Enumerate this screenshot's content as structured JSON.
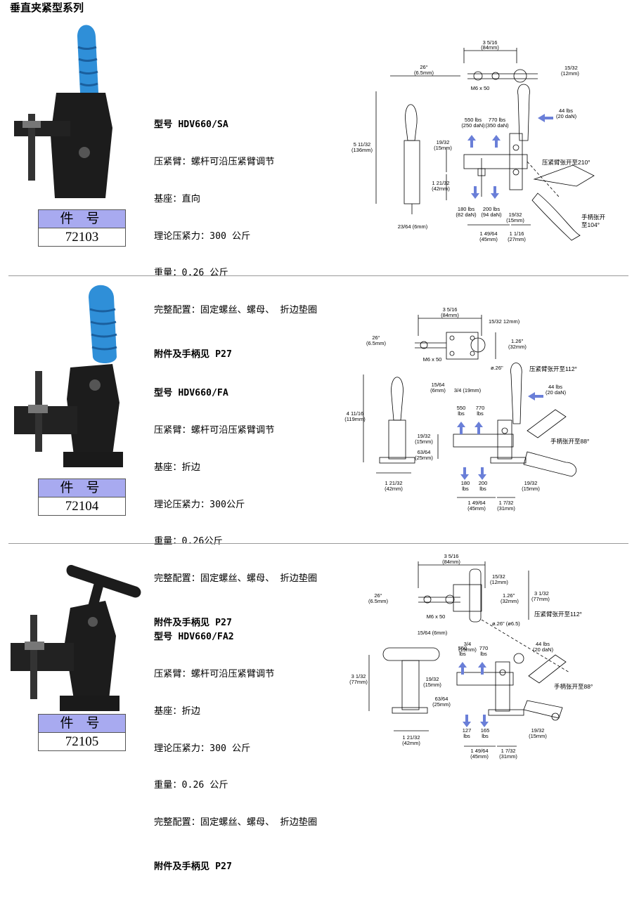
{
  "page_title": "垂直夹紧型系列",
  "part_header": "件号",
  "products": [
    {
      "part_number": "72103",
      "model": "型号 HDV660/SA",
      "arm": "压紧臂：螺杆可沿压紧臂调节",
      "base": "基座：直向",
      "force": "理论压紧力：300 公斤",
      "weight": "重量：0.26 公斤",
      "config": "完整配置：固定螺丝、螺母、 折边垫圈",
      "accessories": "附件及手柄见 P27",
      "dims": {
        "top_width": "3 5/16",
        "top_width_mm": "(84mm)",
        "angle": "26°",
        "angle_mm": "(6.5mm)",
        "bolt": "M6 x 50",
        "right_top": "15/32",
        "right_top_mm": "(12mm)",
        "force_in": "44 lbs",
        "force_in_da": "(20 daN)",
        "f1": "550 lbs",
        "f1_da": "(250 daN)",
        "f2": "770 lbs",
        "f2_da": "(350 daN)",
        "height": "5 11/32",
        "height_mm": "(136mm)",
        "d1": "19/32",
        "d1_mm": "(15mm)",
        "d2": "1 21/32",
        "d2_mm": "(42mm)",
        "f3": "180 lbs",
        "f3_da": "(82 daN)",
        "f4": "200 lbs",
        "f4_da": "(94 daN)",
        "d3": "19/32",
        "d3_mm": "(15mm)",
        "bottom_left": "23/64 (6mm)",
        "d4": "1 49/64",
        "d4_mm": "(45mm)",
        "d5": "1 1/16",
        "d5_mm": "(27mm)",
        "open_arm": "压紧臂张开至210°",
        "open_handle_1": "手柄张开",
        "open_handle_2": "至104°"
      }
    },
    {
      "part_number": "72104",
      "model": "型号 HDV660/FA",
      "arm": "压紧臂：螺杆可沿压紧臂调节",
      "base": "基座：折边",
      "force": "理论压紧力：300公斤",
      "weight": "重量：0.26公斤",
      "config": "完整配置：固定螺丝、螺母、 折边垫圈",
      "accessories": "附件及手柄见 P27",
      "dims": {
        "top_width": "3 5/16",
        "top_width_mm": "(84mm)",
        "right_top": "15/32 12mm)",
        "angle": "26°",
        "angle_mm": "(6.5mm)",
        "h1": "1.26\"",
        "h1_mm": "(32mm)",
        "bolt": "M6 x 50",
        "hole": "ø.26\"",
        "open_arm": "压紧臂张开至112°",
        "d1": "15/64",
        "d1_mm": "(6mm)",
        "d2": "3/4 (19mm)",
        "force_in": "44 lbs",
        "force_in_da": "(20 daN)",
        "height": "4 11/16",
        "height_mm": "(119mm)",
        "f1": "550",
        "f1_u": "lbs",
        "f2": "770",
        "f2_u": "lbs",
        "d3": "19/32",
        "d3_mm": "(15mm)",
        "d4": "63/64",
        "d4_mm": "(25mm)",
        "open_handle": "手柄张开至88°",
        "f3": "180",
        "f3_u": "lbs",
        "f4": "200",
        "f4_u": "lbs",
        "d5": "1 21/32",
        "d5_mm": "(42mm)",
        "d6": "19/32",
        "d6_mm": "(15mm)",
        "d7": "1 49/64",
        "d7_mm": "(45mm)",
        "d8": "1 7/32",
        "d8_mm": "(31mm)"
      }
    },
    {
      "part_number": "72105",
      "model": "型号 HDV660/FA2",
      "arm": "压紧臂：螺杆可沿压紧臂调节",
      "base": "基座：折边",
      "force": "理论压紧力：300 公斤",
      "weight": "重量：0.26 公斤",
      "config": "完整配置：固定螺丝、螺母、 折边垫圈",
      "accessories": "附件及手柄见 P27",
      "dims": {
        "top_width": "3 5/16",
        "top_width_mm": "(84mm)",
        "right_top": "15/32",
        "right_top_mm": "(12mm)",
        "angle": "26°",
        "angle_mm": "(6.5mm)",
        "h1": "1.26\"",
        "h1_mm": "(32mm)",
        "h2": "3 1/32",
        "h2_mm": "(77mm)",
        "bolt": "M6 x 50",
        "hole": "ø.26\" (ø6.5)",
        "open_arm": "压紧臂张开至112°",
        "d1": "15/64 (6mm)",
        "d2": "3/4",
        "d2_mm": "(19mm)",
        "force_in": "44 lbs",
        "force_in_da": "(20 daN)",
        "height": "3 1/32",
        "height_mm": "(77mm)",
        "f1": "550",
        "f1_u": "lbs",
        "f2": "770",
        "f2_u": "lbs",
        "d3": "19/32",
        "d3_mm": "(15mm)",
        "d4": "63/64",
        "d4_mm": "(25mm)",
        "open_handle": "手柄张开至88°",
        "f3": "127",
        "f3_u": "lbs",
        "f4": "165",
        "f4_u": "lbs",
        "d5": "1 21/32",
        "d5_mm": "(42mm)",
        "d6": "19/32",
        "d6_mm": "(15mm)",
        "d7": "1 49/64",
        "d7_mm": "(45mm)",
        "d8": "1 7/32",
        "d8_mm": "(31mm)"
      }
    }
  ],
  "colors": {
    "grip_blue": "#2f8fd8",
    "metal": "#1c1c1c",
    "header_fill": "#a8aaf0",
    "arrow": "#6a7fd8"
  }
}
